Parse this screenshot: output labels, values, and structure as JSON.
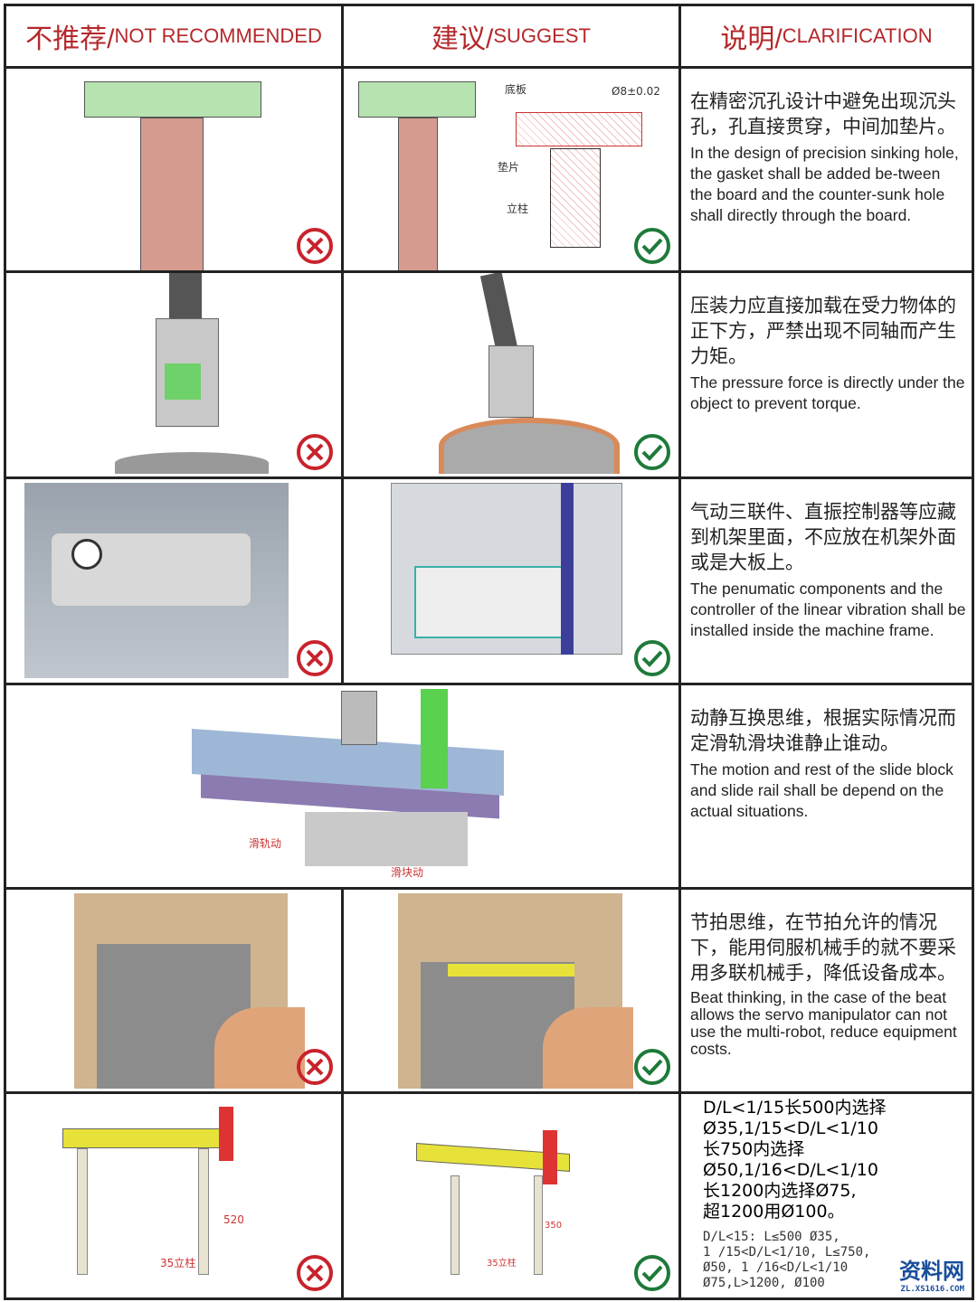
{
  "header": {
    "not_recommended_zh": "不推荐/",
    "not_recommended_en": "NOT RECOMMENDED",
    "suggest_zh": "建议/",
    "suggest_en": "SUGGEST",
    "clarification_zh": "说明/",
    "clarification_en": "CLARIFICATION"
  },
  "icons": {
    "bad": "cross-circle-icon",
    "good": "check-circle-icon"
  },
  "colors": {
    "header_red": "#b5282b",
    "bad": "#c8232c",
    "good": "#1e7a3a"
  },
  "rows": [
    {
      "zh": "在精密沉孔设计中避免出现沉头孔，孔直接贯穿，中间加垫片。",
      "en": "In the design of precision sinking hole, the gasket shall be added be-tween the board and the counter-sunk hole shall directly through the board.",
      "labels": {
        "board": "底板",
        "gasket": "垫片",
        "post": "立柱",
        "dim": "Ø8±0.02"
      }
    },
    {
      "zh": "压装力应直接加载在受力物体的正下方，严禁出现不同轴而产生力矩。",
      "en": "The pressure force is directly under the object to prevent torque."
    },
    {
      "zh": "气动三联件、直振控制器等应藏到机架里面，不应放在机架外面或是大板上。",
      "en": "The penumatic components and the controller of the linear vibration shall be installed inside the machine frame."
    },
    {
      "zh": "动静互换思维，根据实际情况而定滑轨滑块谁静止谁动。",
      "en": "The motion and rest of the slide block and slide rail shall be depend on the actual situations.",
      "labels": {
        "rail": "滑轨动",
        "block": "滑块动"
      }
    },
    {
      "zh": "节拍思维，在节拍允许的情况下，能用伺服机械手的就不要采用多联机械手，降低设备成本。",
      "en": "Beat thinking, in the case of the beat allows the servo manipulator can not use the multi-robot, reduce equipment costs."
    },
    {
      "lines": [
        "D/L<1/15长500内选择",
        "Ø35,1/15<D/L<1/10",
        "长750内选择",
        "Ø50,1/16<D/L<1/10",
        "长1200内选择Ø75,",
        "超1200用Ø100。"
      ],
      "mono": [
        "D/L<15: L≤500 Ø35,",
        "1 /15<D/L<1/10, L≤750,",
        "Ø50, 1 /16<D/L<1/10",
        "Ø75,L>1200, Ø100"
      ],
      "labels": {
        "h1": "520",
        "h2": "350",
        "post": "35立柱"
      }
    }
  ],
  "watermark": {
    "name": "资料网",
    "url": "ZL.XS1616.COM"
  }
}
